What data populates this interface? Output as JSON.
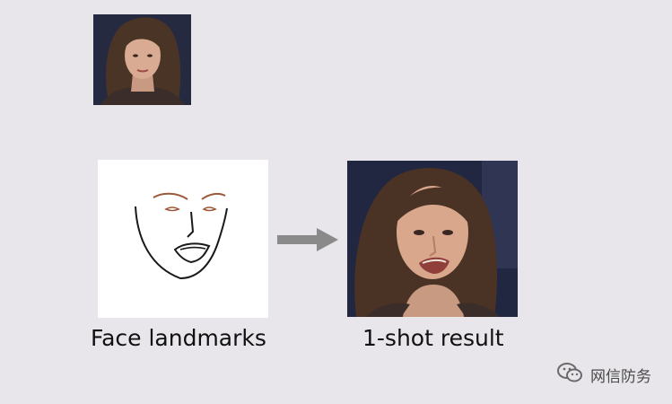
{
  "figure": {
    "captions": {
      "landmarks": "Face landmarks",
      "result": "1-shot result"
    },
    "watermark": {
      "text": "网信防务",
      "icon": "wechat-icon"
    },
    "icons": {
      "arrow": "right-arrow-icon"
    },
    "colors": {
      "background": "#e8e6ea",
      "arrow": "#8a8a8a",
      "landmark_outline": "#1a1a1a",
      "landmark_brows": "#9a5a3a"
    }
  }
}
